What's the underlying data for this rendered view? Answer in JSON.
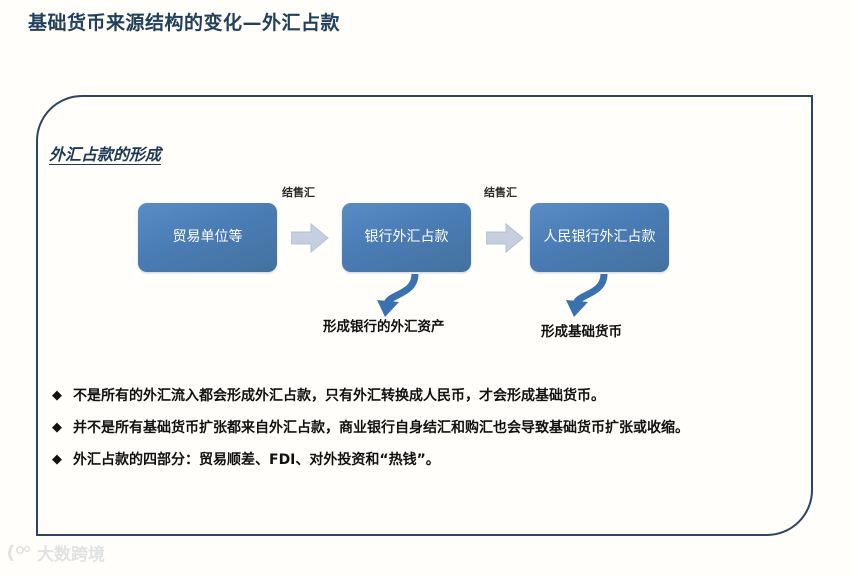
{
  "slide": {
    "title": "基础货币来源结构的变化—外汇占款",
    "title_color": "#22405c",
    "panel_border_color": "#2b4562",
    "section_heading": "外汇占款的形成"
  },
  "flow": {
    "box_fill_color": "#4a7cb5",
    "box_text_color": "#ffffff",
    "arrow_color": "#c3cddf",
    "curve_arrow_color": "#3a72b0",
    "boxes": [
      {
        "label": "贸易单位等"
      },
      {
        "label": "银行外汇占款"
      },
      {
        "label": "人民银行外汇占款"
      }
    ],
    "arrow_labels": [
      "结售汇",
      "结售汇"
    ],
    "curve_labels": [
      "形成银行的外汇资产",
      "形成基础货币"
    ]
  },
  "bullets": {
    "marker": "◆",
    "items": [
      "不是所有的外汇流入都会形成外汇占款，只有外汇转换成人民币，才会形成基础货币。",
      "并不是所有基础货币扩张都来自外汇占款，商业银行自身结汇和购汇也会导致基础货币扩张或收缩。",
      "外汇占款的四部分：贸易顺差、FDI、对外投资和“热钱”。"
    ]
  },
  "watermark": {
    "text": "大数跨境"
  }
}
